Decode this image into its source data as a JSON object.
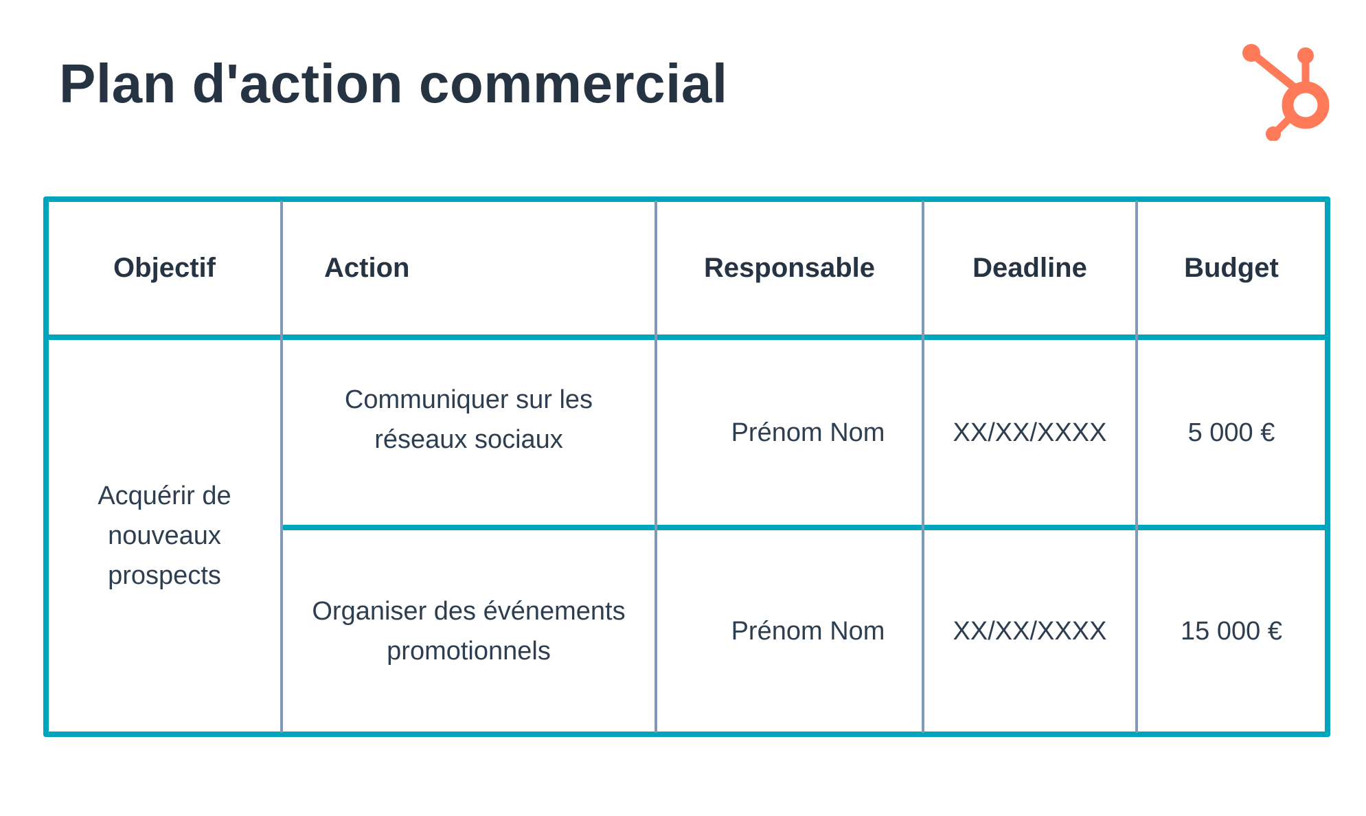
{
  "title": "Plan d'action commercial",
  "brand": {
    "logo": "hubspot-sprocket-icon",
    "color": "#FF7A59"
  },
  "colors": {
    "border": "#00A4BD",
    "divider": "#7F9AB8",
    "text": "#253342"
  },
  "table": {
    "headers": [
      "Objectif",
      "Action",
      "Responsable",
      "Deadline",
      "Budget"
    ],
    "objective": "Acquérir de nouveaux prospects",
    "rows": [
      {
        "action": "Communiquer sur les réseaux sociaux",
        "responsable": "Prénom Nom",
        "deadline": "XX/XX/XXXX",
        "budget": "5 000 €"
      },
      {
        "action": "Organiser des événements promotionnels",
        "responsable": "Prénom Nom",
        "deadline": "XX/XX/XXXX",
        "budget": "15 000 €"
      }
    ]
  }
}
